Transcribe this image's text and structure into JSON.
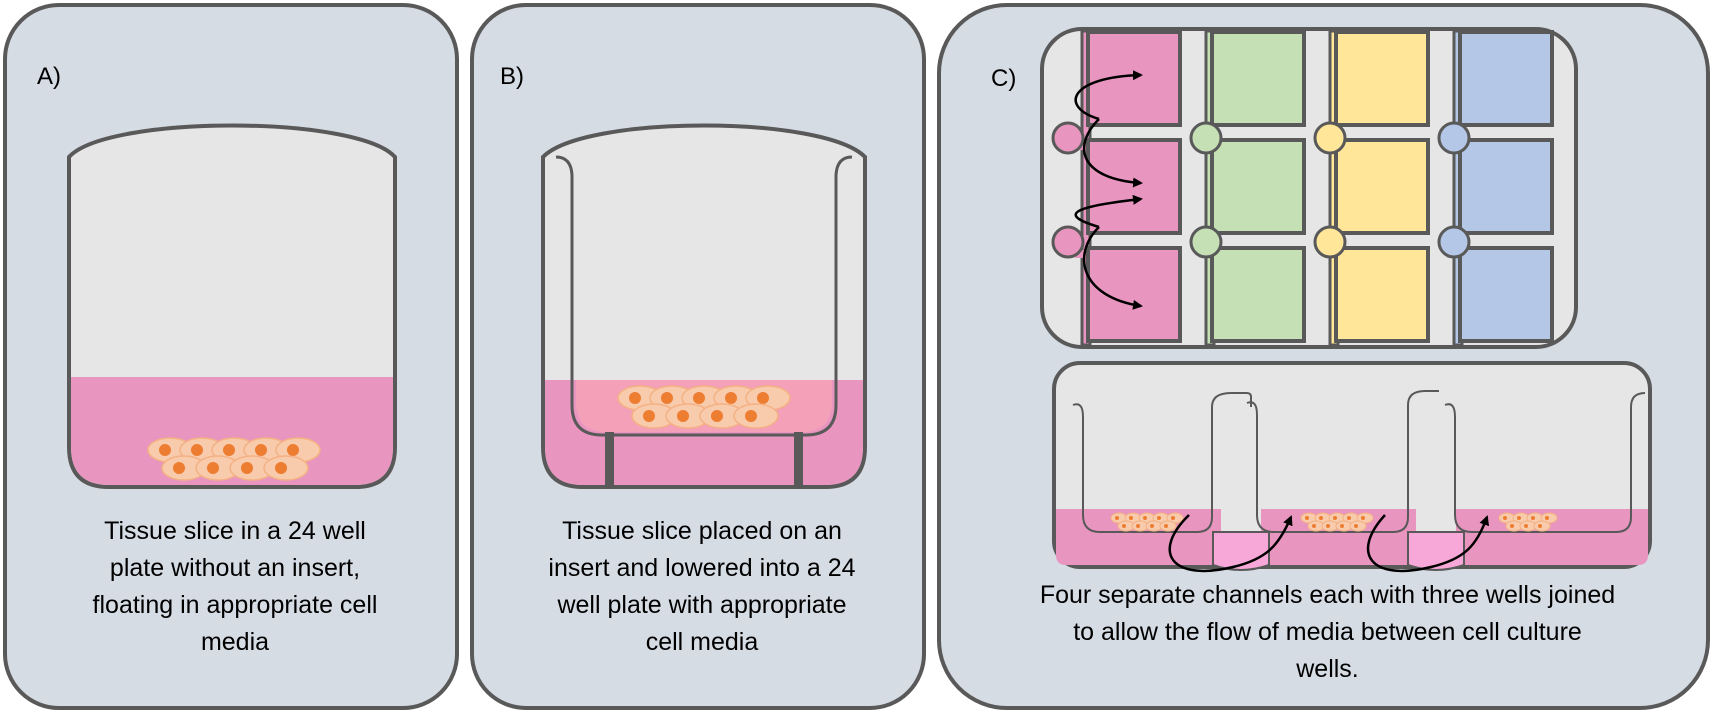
{
  "panels": {
    "a": {
      "label": "A)",
      "caption": [
        "Tissue slice in a 24 well",
        "plate without an insert,",
        "floating in appropriate cell",
        "media"
      ]
    },
    "b": {
      "label": "B)",
      "caption": [
        "Tissue slice placed on an",
        "insert and lowered into a 24",
        "well plate with appropriate",
        "cell media"
      ]
    },
    "c": {
      "label": "C)",
      "caption": [
        "Four separate channels each with three wells joined",
        "to allow the flow of media between cell culture",
        "wells."
      ]
    }
  },
  "colors": {
    "panel_bg": "#d6dce4",
    "border": "#595959",
    "well_bg": "#e7e6e6",
    "media": "#e895c0",
    "cell": "#f8cbad",
    "nucleus": "#ed7d31",
    "channel_pink": "#e895c0",
    "channel_green": "#c5e0b4",
    "channel_yellow": "#ffe699",
    "channel_blue": "#b4c7e7"
  }
}
